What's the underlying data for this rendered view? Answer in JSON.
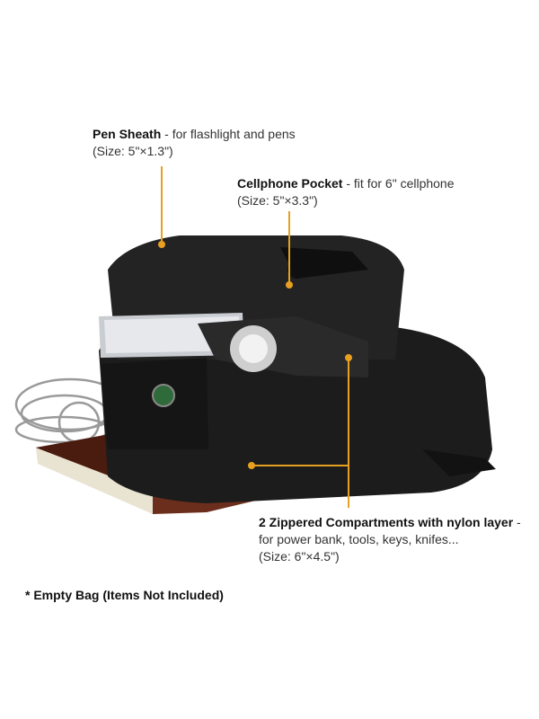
{
  "annotations": {
    "pen_sheath": {
      "title": "Pen Sheath",
      "desc": " - for flashlight and pens",
      "size": "(Size: 5\"×1.3\")"
    },
    "cellphone_pocket": {
      "title": "Cellphone Pocket",
      "desc": " - fit for 6\" cellphone",
      "size": "(Size: 5\"×3.3\")"
    },
    "compartments": {
      "title": "2 Zippered Compartments with nylon layer",
      "desc": " - for power bank, tools, keys, knifes...",
      "size": "(Size: 6\"×4.5\")"
    }
  },
  "footnote": "* Empty Bag (Items Not Included)",
  "colors": {
    "leader_line": "#e8a020",
    "bag": "#1c1c1c",
    "notebook": "#6b2e1c"
  }
}
